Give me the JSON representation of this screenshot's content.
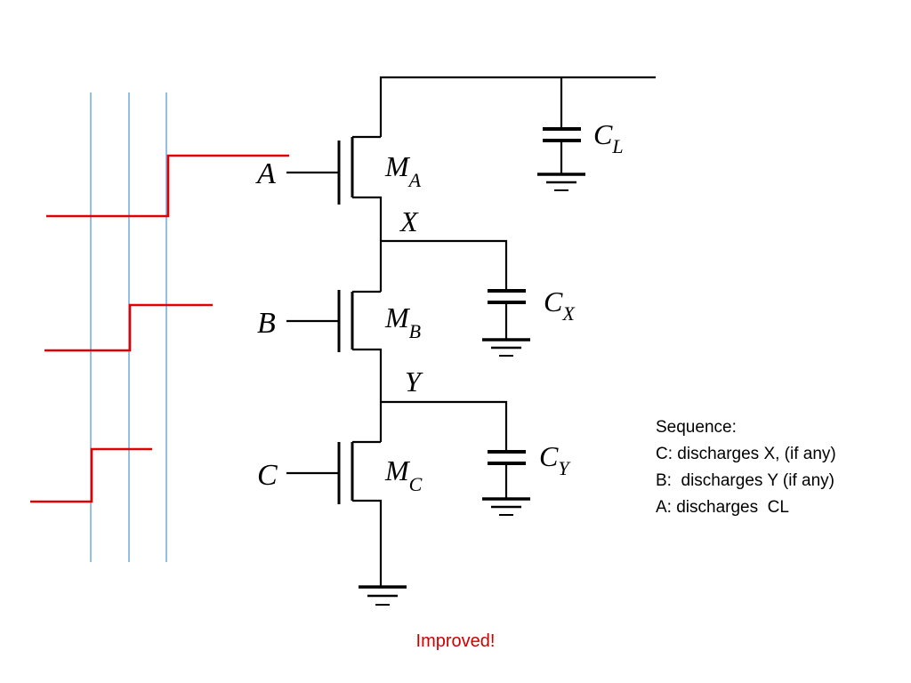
{
  "circuit": {
    "inputs": {
      "a": "A",
      "b": "B",
      "c": "C"
    },
    "transistors": {
      "ma": {
        "main": "M",
        "sub": "A"
      },
      "mb": {
        "main": "M",
        "sub": "B"
      },
      "mc": {
        "main": "M",
        "sub": "C"
      }
    },
    "nodes": {
      "x": "X",
      "y": "Y"
    },
    "capacitors": {
      "cl": {
        "main": "C",
        "sub": "L"
      },
      "cx": {
        "main": "C",
        "sub": "X"
      },
      "cy": {
        "main": "C",
        "sub": "Y"
      }
    }
  },
  "waveforms": {
    "color": "#e00000",
    "timing_line_color": "#5b9bd5",
    "signals": [
      "A",
      "B",
      "C"
    ]
  },
  "sequence": {
    "heading": "Sequence:",
    "steps": [
      "C: discharges X, (if any)",
      "B:  discharges Y (if any)",
      "A: discharges  CL"
    ]
  },
  "footer": {
    "text": "Improved!",
    "color": "#d00000"
  }
}
